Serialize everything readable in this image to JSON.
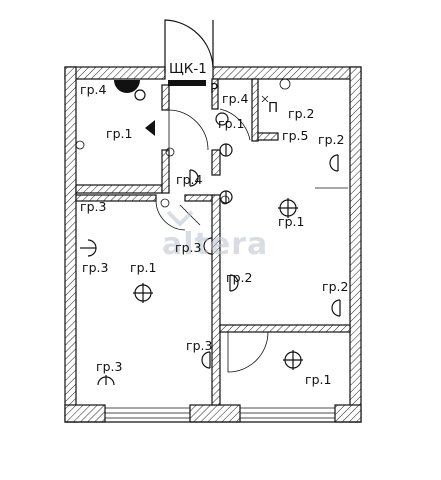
{
  "panel_label": "ЩК-1",
  "switch_label": "Р",
  "socket_label": "П",
  "watermark": "altera",
  "group_labels": [
    "гр.4",
    "гр.4",
    "гр.1",
    "гр.2",
    "гр.5",
    "гр.1",
    "гр.2",
    "гр.4",
    "гр.3",
    "гр.1",
    "гр.3",
    "гр.3",
    "гр.1",
    "гр.2",
    "гр.2",
    "гр.3",
    "гр.3",
    "гр.1"
  ]
}
